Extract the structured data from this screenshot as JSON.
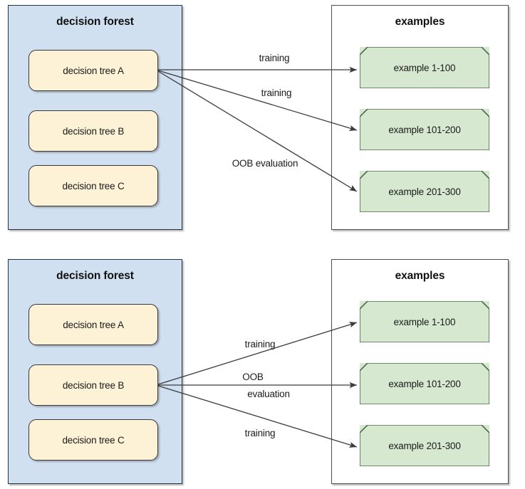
{
  "colors": {
    "forest_panel_fill": "#d1e0f0",
    "forest_panel_stroke": "#27323f",
    "examples_panel_fill": "#ffffff",
    "examples_panel_stroke": "#4d4d4d",
    "tree_box_fill": "#fdf2d5",
    "tree_box_stroke": "#38383a",
    "example_box_fill": "#d6e8d0",
    "example_box_stroke": "#4c6b47",
    "arrow_stroke": "#3b3b3b",
    "text": "#1b1b1b"
  },
  "diagrams": [
    {
      "id": "top",
      "forest": {
        "title": "decision forest",
        "trees": [
          {
            "label": "decision tree A"
          },
          {
            "label": "decision tree B"
          },
          {
            "label": "decision tree C"
          }
        ]
      },
      "examples": {
        "title": "examples",
        "items": [
          {
            "label": "example 1-100"
          },
          {
            "label": "example 101-200"
          },
          {
            "label": "example 201-300"
          }
        ]
      },
      "edges": [
        {
          "from": "decision tree A",
          "to": "example 1-100",
          "label": "training"
        },
        {
          "from": "decision tree A",
          "to": "example 101-200",
          "label": "training"
        },
        {
          "from": "decision tree A",
          "to": "example 201-300",
          "label": "OOB evaluation"
        }
      ]
    },
    {
      "id": "bottom",
      "forest": {
        "title": "decision forest",
        "trees": [
          {
            "label": "decision tree A"
          },
          {
            "label": "decision tree B"
          },
          {
            "label": "decision tree C"
          }
        ]
      },
      "examples": {
        "title": "examples",
        "items": [
          {
            "label": "example 1-100"
          },
          {
            "label": "example 101-200"
          },
          {
            "label": "example 201-300"
          }
        ]
      },
      "edges": [
        {
          "from": "decision tree B",
          "to": "example 1-100",
          "label": "training"
        },
        {
          "from": "decision tree B",
          "to": "example 101-200",
          "label_line1": "OOB",
          "label_line2": "evaluation"
        },
        {
          "from": "decision tree B",
          "to": "example 201-300",
          "label": "training"
        }
      ]
    }
  ]
}
